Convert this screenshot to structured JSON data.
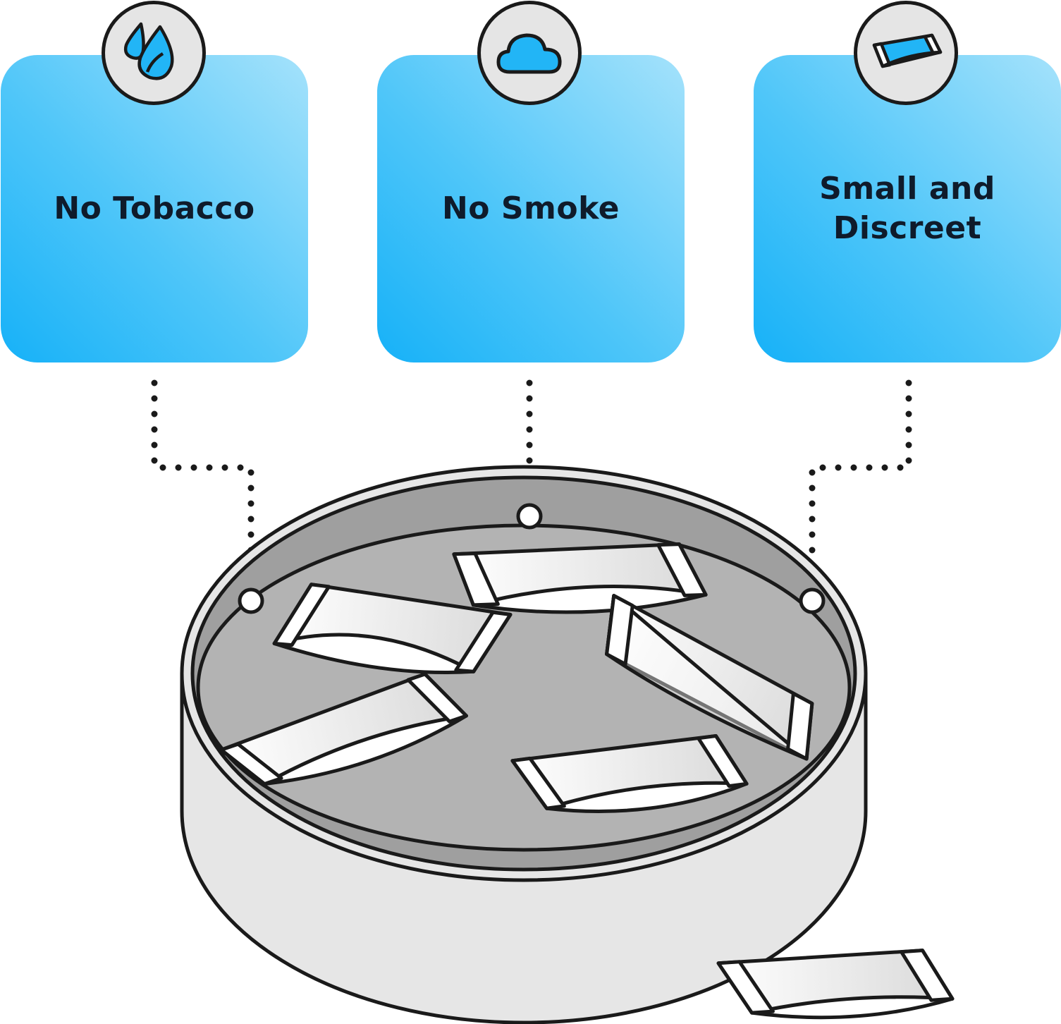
{
  "features": [
    {
      "label": "No Tobacco",
      "icon": "water-drops-icon"
    },
    {
      "label": "No Smoke",
      "icon": "cloud-icon"
    },
    {
      "label": "Small and\nDiscreet",
      "icon": "pouch-icon"
    }
  ],
  "colors": {
    "card_dark": "#16b1f8",
    "card_light": "#a5e2fb",
    "icon_blue": "#22b5f6",
    "outline": "#1a1a1a",
    "tin_body": "#e6e6e6",
    "tin_inner": "#b3b3b3"
  }
}
